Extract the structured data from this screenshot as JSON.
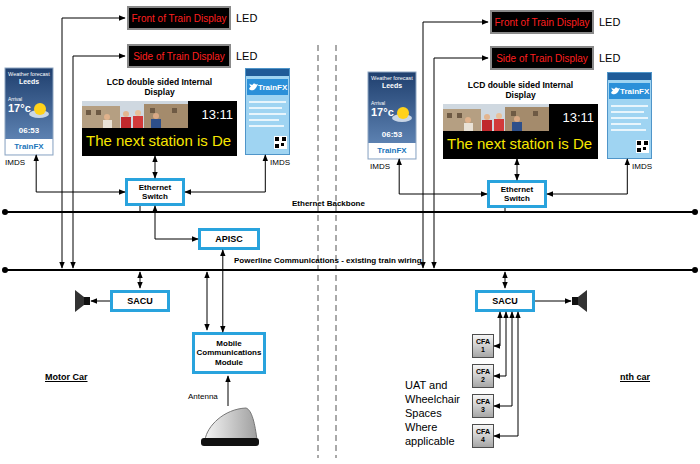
{
  "diagram": {
    "nodes": [
      {
        "text": [
          "Front of Train Display"
        ]
      },
      {
        "text": [
          "Side of Train Display"
        ]
      },
      {
        "text": [
          "Weather forecast",
          "Leeds",
          "Arrival",
          "17°c",
          "06:53",
          "TrainFX"
        ]
      },
      {
        "text": [
          "LCD double sided Internal Display",
          "13:11",
          "The next station is De"
        ]
      },
      {
        "text": [
          "TrainFX"
        ]
      },
      {
        "text": [
          "Ethernet Switch"
        ]
      },
      {
        "text": [
          "APISC"
        ]
      },
      {
        "text": [
          "SACU"
        ]
      },
      {
        "text": [
          "Mobile Communications Module"
        ]
      },
      {
        "text": [
          "Front of Train Display"
        ]
      },
      {
        "text": [
          "Side of Train Display"
        ]
      },
      {
        "text": [
          "Weather forecast",
          "Leeds",
          "Arrival",
          "17°c",
          "06:53",
          "TrainFX"
        ]
      },
      {
        "text": [
          "LCD double sided Internal Display",
          "13:11",
          "The next station is De"
        ]
      },
      {
        "text": [
          "TrainFX"
        ]
      },
      {
        "text": [
          "Ethernet Switch"
        ]
      },
      {
        "text": [
          "SACU"
        ]
      },
      {
        "text": [
          "CFA 1"
        ]
      },
      {
        "text": [
          "CFA 2"
        ]
      },
      {
        "text": [
          "CFA 3"
        ]
      },
      {
        "text": [
          "CFA 4"
        ]
      }
    ],
    "edges": [
      {
        "from": 5,
        "to": 2,
        "arrow": "both"
      },
      {
        "from": 5,
        "to": 3,
        "arrow": "both"
      },
      {
        "from": 5,
        "to": 4,
        "arrow": "both"
      },
      {
        "from": 5,
        "to": 6,
        "arrow": "both"
      },
      {
        "from": 6,
        "to": 8,
        "arrow": "both"
      },
      {
        "from": 14,
        "to": 11,
        "arrow": "both"
      },
      {
        "from": 14,
        "to": 12,
        "arrow": "both"
      },
      {
        "from": 14,
        "to": 13,
        "arrow": "both"
      },
      {
        "from": 15,
        "to": 16,
        "arrow": "both"
      },
      {
        "from": 15,
        "to": 17,
        "arrow": "both"
      },
      {
        "from": 15,
        "to": 18,
        "arrow": "both"
      },
      {
        "from": 15,
        "to": 19,
        "arrow": "both"
      }
    ],
    "labels": [
      "LED",
      "LED",
      "LED",
      "LED",
      "IMDS",
      "IMDS",
      "IMDS",
      "IMDS",
      "Ethernet Backbone",
      "Powerline Communications - existing train wiring",
      "Motor Car",
      "Antenna",
      "UAT and Wheelchair Spaces Where applicable",
      "nth car"
    ]
  }
}
